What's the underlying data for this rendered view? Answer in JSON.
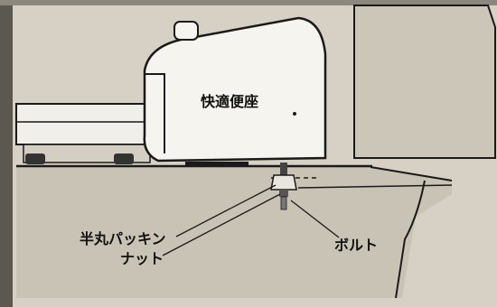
{
  "labels": {
    "toilet_seat": "快適便座",
    "half_round_packing": "半丸パッキン",
    "nut": "ナット",
    "bolt": "ボルト"
  },
  "colors": {
    "paper": "#d9d4c8",
    "ink": "#1a1a1a",
    "seat_fill": "#f2f1ec",
    "bowl_fill": "#c9c4b7"
  }
}
